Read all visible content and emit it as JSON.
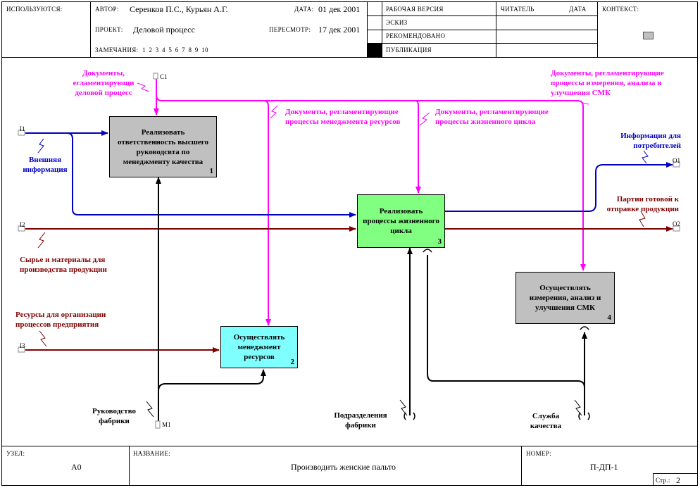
{
  "header": {
    "used_at_label": "ИСПОЛЬЗУЮТСЯ:",
    "author_label": "АВТОР:",
    "author_value": "Серенков П.С., Курьян А.Г.",
    "date_label": "ДАТА:",
    "date_value": "01 дек 2001",
    "project_label": "ПРОЕКТ:",
    "project_value": "Деловой процесс",
    "revision_label": "ПЕРЕСМОТР:",
    "revision_value": "17 дек 2001",
    "notes_label": "ЗАМЕЧАНИЯ:",
    "notes_value": "1 2 3 4 5 6 7 8 9 10",
    "status_working": "РАБОЧАЯ ВЕРСИЯ",
    "status_draft": "ЭСКИЗ",
    "status_recommended": "РЕКОМЕНДОВАНО",
    "status_publication": "ПУБЛИКАЦИЯ",
    "reader_label": "ЧИТАТЕЛЬ",
    "reader_date_label": "ДАТА",
    "context_label": "КОНТЕКСТ:"
  },
  "footer": {
    "node_label": "УЗЕЛ:",
    "node_value": "A0",
    "title_label": "НАЗВАНИЕ:",
    "title_value": "Производить женские пальто",
    "number_label": "НОМЕР:",
    "number_value": "П-ДП-1",
    "page_label": "Стр.:",
    "page_value": "2"
  },
  "boxes": [
    {
      "label": "Реализовать ответственность высшего руководсвта по менеджменту качества",
      "num": "1",
      "color": "#c0c0c0"
    },
    {
      "label": "Осуществлять менеджмент ресурсов",
      "num": "2",
      "color": "#80ffff"
    },
    {
      "label": "Реализовать процессы жизненного цикла",
      "num": "3",
      "color": "#80ff80"
    },
    {
      "label": "Осуществлять измерения, анализ и улучшения СМК",
      "num": "4",
      "color": "#c0c0c0"
    }
  ],
  "tags": {
    "c1": "C1",
    "i1": "I1",
    "i2": "I2",
    "i3": "I3",
    "m1": "M1",
    "o1": "O1",
    "o2": "O2"
  },
  "arrow_labels": {
    "c1_docs": "Документы, егламентирующи деловой процесс",
    "docs_resources": "Документы, регламентирующие процессы менеджмента ресурсов",
    "docs_lifecycle": "Документы, регламентирующие процессы жизненного цикла",
    "docs_measure": "Документы, регламентирующие процессы измерения, анализа и улучшения СМК",
    "external_info": "Внешняя информация",
    "consumer_info": "Информация для потребителей",
    "products": "Партии готовой к отправке продукции",
    "raw_materials": "Сырье и материалы для производства продукции",
    "resources": "Ресурсы для организации процессов предприятия",
    "management": "Руководство фабрики",
    "divisions": "Подразделения фабрики",
    "quality_service": "Служба качества"
  },
  "colors": {
    "control": "#ff00ff",
    "input_blue": "#0000c0",
    "input_red": "#800000",
    "mechanism": "#000000"
  }
}
